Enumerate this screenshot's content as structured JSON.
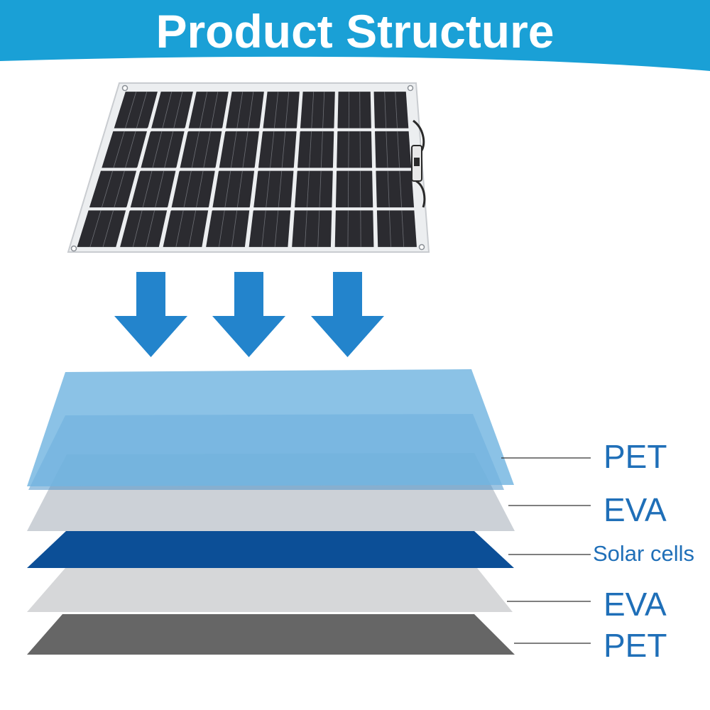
{
  "header": {
    "title": "Product Structure",
    "color": "#1aa0d6"
  },
  "panel": {
    "icon": "solar-panel-icon",
    "cell_color": "#2b2b30",
    "frame_color": "#e9ecef",
    "rows": 4,
    "cols": 8
  },
  "arrows": {
    "icon": "arrow-down-icon",
    "count": 3,
    "color": "#2384cc"
  },
  "layers": [
    {
      "label": "PET",
      "color": "#72b4e0",
      "opacity": 0.92
    },
    {
      "label": "EVA",
      "color": "#c6ccd3",
      "opacity": 0.85
    },
    {
      "label": "Solar cells",
      "color": "#0c4f97",
      "opacity": 1
    },
    {
      "label": "EVA",
      "color": "#cfd1d3",
      "opacity": 0.9
    },
    {
      "label": "PET",
      "color": "#666666",
      "opacity": 1
    }
  ],
  "label_color": "#1f6fb8"
}
